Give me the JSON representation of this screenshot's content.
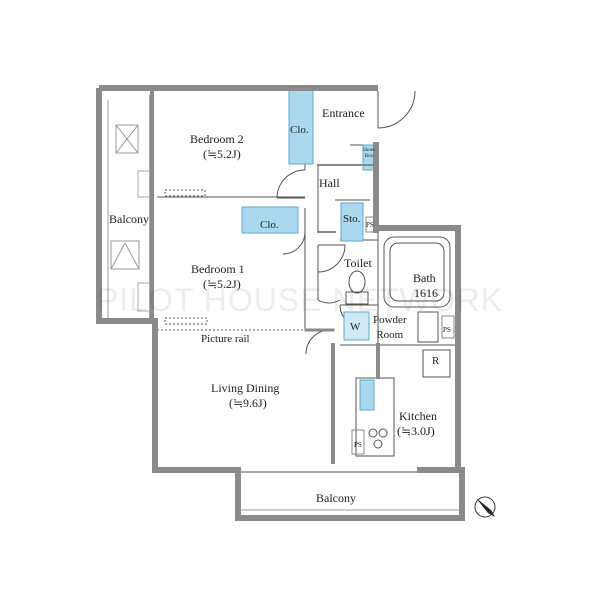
{
  "rooms": {
    "entrance": "Entrance",
    "bedroom2": {
      "name": "Bedroom 2",
      "size": "(≒5.2J)"
    },
    "bedroom1": {
      "name": "Bedroom 1",
      "size": "(≒5.2J)"
    },
    "closet": "Clo.",
    "balcony": "Balcony",
    "hall": "Hall",
    "storage": "Sto.",
    "shoes_box": [
      "Shoes",
      "Box"
    ],
    "ps": "PS",
    "toilet": "Toilet",
    "bath": {
      "name": "Bath",
      "size": "1616"
    },
    "washer": "W",
    "powder_room": [
      "Powder",
      "Room"
    ],
    "refrigerator": "R",
    "picture_rail": "Picture rail",
    "living": {
      "name": "Living Dining",
      "size": "(≒9.6J)"
    },
    "kitchen": {
      "name": "Kitchen",
      "size": "(≒3.0J)"
    }
  },
  "watermark": "PILOT HOUSE NETWORK",
  "colors": {
    "wall": "#8a8a8a",
    "closet": "#a9d8ef",
    "fixture": "#5fa9cf",
    "line": "#555555"
  }
}
